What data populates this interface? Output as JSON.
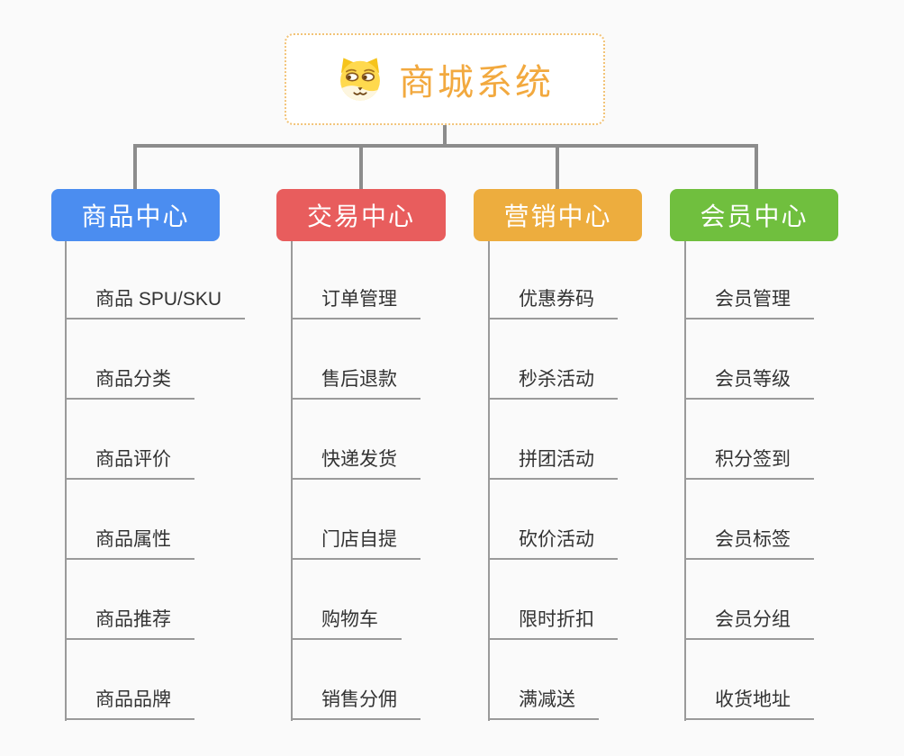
{
  "root": {
    "title": "商城系统",
    "icon": "dog-face-icon"
  },
  "colors": {
    "bg": "#fafafa",
    "conn": "#8c8c8c",
    "child-line": "#9a9a9a",
    "child-text": "#333333",
    "root-border": "#f2c377",
    "root-title": "#f2a93f"
  },
  "branches": [
    {
      "label": "商品中心",
      "color": "#4b8df0",
      "children": [
        "商品 SPU/SKU",
        "商品分类",
        "商品评价",
        "商品属性",
        "商品推荐",
        "商品品牌"
      ]
    },
    {
      "label": "交易中心",
      "color": "#e85d5d",
      "children": [
        "订单管理",
        "售后退款",
        "快递发货",
        "门店自提",
        "购物车",
        "销售分佣"
      ]
    },
    {
      "label": "营销中心",
      "color": "#edad3e",
      "children": [
        "优惠券码",
        "秒杀活动",
        "拼团活动",
        "砍价活动",
        "限时折扣",
        "满减送"
      ]
    },
    {
      "label": "会员中心",
      "color": "#70bf3e",
      "children": [
        "会员管理",
        "会员等级",
        "积分签到",
        "会员标签",
        "会员分组",
        "收货地址"
      ]
    }
  ]
}
